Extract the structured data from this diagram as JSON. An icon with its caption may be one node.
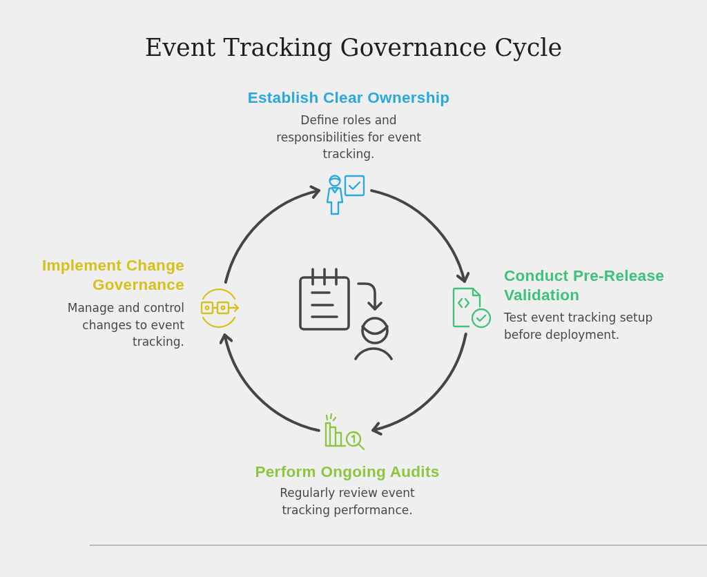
{
  "diagram": {
    "title": "Event Tracking Governance Cycle",
    "nodes": [
      {
        "text": [],
        "shape": "picture",
        "beside": [
          "Establish Clear Ownership",
          "Define roles and responsibilities for event tracking."
        ]
      },
      {
        "text": [],
        "shape": "picture",
        "beside": [
          "Conduct Pre-Release Validation",
          "Test event tracking setup before deployment."
        ]
      },
      {
        "text": [],
        "shape": "picture",
        "beside": [
          "Perform Ongoing Audits",
          "Regularly review event tracking performance."
        ]
      },
      {
        "text": [],
        "shape": "picture",
        "beside": [
          "Implement Change Governance",
          "Manage and control changes to event tracking."
        ]
      },
      {
        "text": [],
        "shape": "picture"
      }
    ],
    "edges": [
      {
        "from": 0,
        "to": 1,
        "arrow": "to"
      },
      {
        "from": 1,
        "to": 2,
        "arrow": "to"
      },
      {
        "from": 2,
        "to": 3,
        "arrow": "to"
      },
      {
        "from": 3,
        "to": 0,
        "arrow": "to"
      }
    ]
  }
}
